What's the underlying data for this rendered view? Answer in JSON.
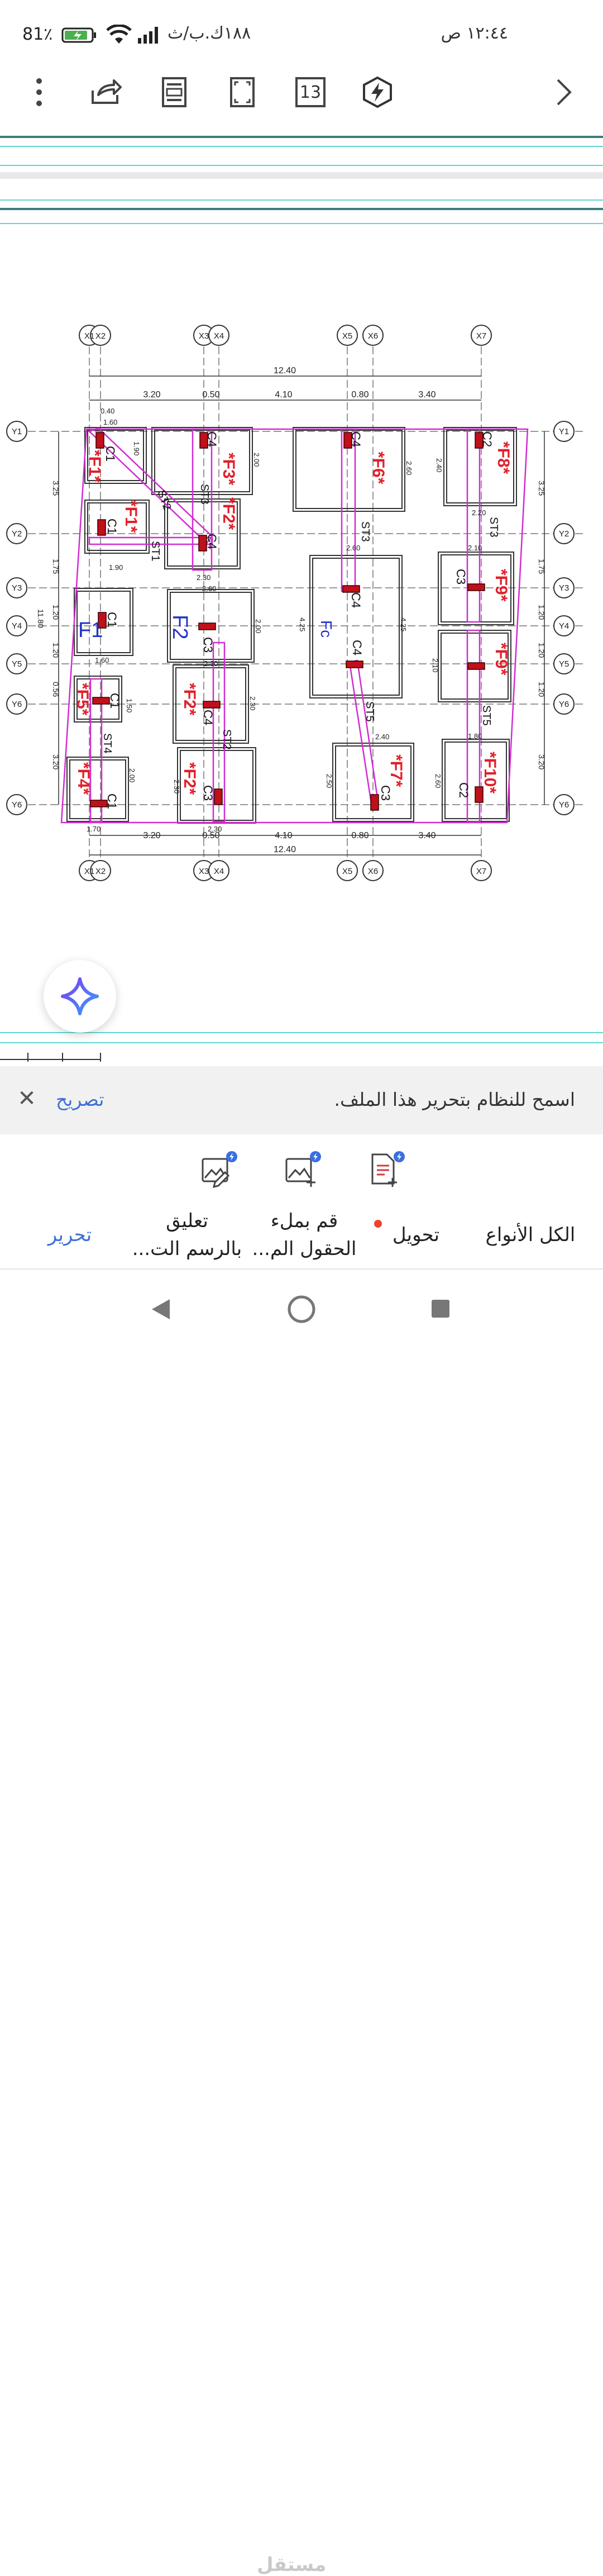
{
  "status": {
    "time": "١٢:٤٤ ص",
    "carrier": "١٨٨ك.ب/ث",
    "battery": "81٪"
  },
  "toolbar": {
    "page_count": "13"
  },
  "icons": {
    "more": "more-vert-icon",
    "share": "share-icon",
    "reader": "reader-mode-icon",
    "fit": "fit-page-icon",
    "pages": "page-count-icon",
    "ai": "ai-bolt-icon",
    "forward": "chevron-right-icon"
  },
  "plan": {
    "dims_top": [
      "3.20",
      "0.50",
      "4.10",
      "0.80",
      "3.40"
    ],
    "total_top": "12.40",
    "dims_bottom": [
      "3.20",
      "0.50",
      "4.10",
      "0.80",
      "3.40"
    ],
    "total_bottom": "12.40",
    "x_axes": [
      "X1",
      "X2",
      "X3",
      "X4",
      "X5",
      "X6",
      "X7"
    ],
    "y_axes": [
      "Y1",
      "Y2",
      "Y3",
      "Y4",
      "Y5",
      "Y6"
    ],
    "left_dims": [
      "3.25",
      "1.75",
      "1.20",
      "1.20",
      "0.56",
      "3.20"
    ],
    "left_total": "11.80",
    "right_dims": [
      "3.25",
      "1.75",
      "1.20",
      "1.20",
      "1.20",
      "3.20"
    ],
    "footings_red": [
      "*F1*",
      "*F3*",
      "*F2*",
      "*F6*",
      "*F8*",
      "*F1*",
      "*F9*",
      "*F9*",
      "*F5*",
      "*F2*",
      "*F4*",
      "*F2*",
      "*F7*",
      "*F10*"
    ],
    "footings_blue": [
      "F1",
      "F2",
      "Fc"
    ],
    "columns": [
      "C1",
      "C4",
      "C4",
      "C2",
      "C1",
      "C4",
      "C3",
      "C1",
      "C3",
      "C4",
      "C4",
      "C1",
      "C4",
      "C1",
      "C3",
      "C3",
      "C2"
    ],
    "ties": [
      "ST2",
      "ST3",
      "ST1",
      "ST3",
      "ST3",
      "ST5",
      "ST5",
      "ST4",
      "ST2"
    ],
    "small_dims": [
      "0.40",
      "1.60",
      "1.90",
      "1.90",
      "2.00",
      "2.60",
      "2.40",
      "2.20",
      "2.10",
      "2.60",
      "2.30",
      "2.60",
      "4.25",
      "4.25",
      "2.00",
      "2.30",
      "2.10",
      "1.60",
      "1.50",
      "2.30",
      "2.40",
      "1.80",
      "2.00",
      "2.30",
      "2.50",
      "2.60",
      "1.70",
      "2.30"
    ]
  },
  "banner": {
    "message": "اسمح للنظام بتحرير هذا الملف.",
    "allow": "تصريح"
  },
  "actions": {
    "annotate": "annotate-image-icon",
    "add_image": "add-image-icon",
    "convert_doc": "convert-document-icon"
  },
  "tabs": {
    "all_types": "الكل الأنواع",
    "convert": "تحويل",
    "fill_fields_1": "قم بملء",
    "fill_fields_2": "الحقول الم...",
    "comment_1": "تعليق",
    "comment_2": "بالرسم الت...",
    "edit": "تحرير"
  },
  "watermark": "مستقل"
}
